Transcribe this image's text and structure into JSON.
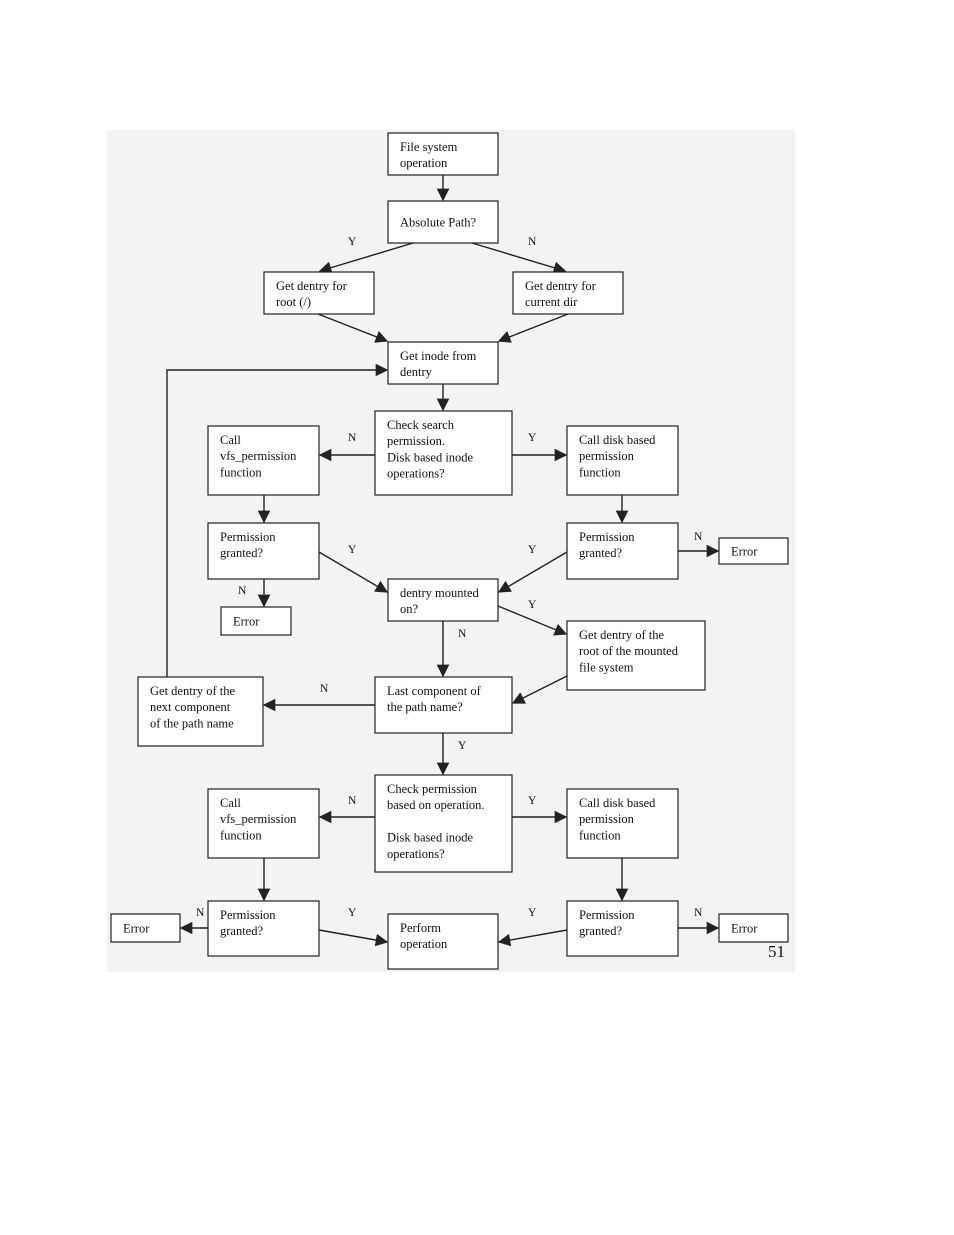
{
  "page_number": "51",
  "nodes": {
    "fs_op": [
      "File system",
      "operation"
    ],
    "abs_path": [
      "Absolute Path?"
    ],
    "dentry_root": [
      "Get dentry for",
      "root (/)"
    ],
    "dentry_cur": [
      "Get dentry for",
      "current dir"
    ],
    "get_inode": [
      "Get inode from",
      "dentry"
    ],
    "check_search": [
      "Check search",
      "permission.",
      "Disk based inode",
      "operations?"
    ],
    "call_vfs_1": [
      "Call",
      "vfs_permission",
      "function"
    ],
    "call_disk_1": [
      "Call disk based",
      "permission",
      "function"
    ],
    "perm_left_1": [
      "Permission",
      "granted?"
    ],
    "perm_right_1": [
      "Permission",
      "granted?"
    ],
    "error_right_1": [
      "Error"
    ],
    "error_left_1": [
      "Error"
    ],
    "dentry_mounted": [
      "dentry mounted",
      "on?"
    ],
    "get_root_mounted": [
      "Get dentry of the",
      "root of the mounted",
      "file system"
    ],
    "get_next_comp": [
      "Get dentry of the",
      "next component",
      "of the path name"
    ],
    "last_comp": [
      "Last component of",
      "the path name?"
    ],
    "check_perm_op": [
      "Check permission",
      "based on operation.",
      "",
      "Disk based inode",
      "operations?"
    ],
    "call_vfs_2": [
      "Call",
      "vfs_permission",
      "function"
    ],
    "call_disk_2": [
      "Call disk based",
      "permission",
      "function"
    ],
    "perm_left_2": [
      "Permission",
      "granted?"
    ],
    "perm_right_2": [
      "Permission",
      "granted?"
    ],
    "error_left_2": [
      "Error"
    ],
    "perform_op": [
      "Perform",
      "operation"
    ],
    "error_right_2": [
      "Error"
    ]
  },
  "edges": [
    {
      "from": "fs_op",
      "to": "abs_path",
      "label": ""
    },
    {
      "from": "abs_path",
      "to": "dentry_root",
      "label": "Y"
    },
    {
      "from": "abs_path",
      "to": "dentry_cur",
      "label": "N"
    },
    {
      "from": "dentry_root",
      "to": "get_inode",
      "label": ""
    },
    {
      "from": "dentry_cur",
      "to": "get_inode",
      "label": ""
    },
    {
      "from": "get_inode",
      "to": "check_search",
      "label": ""
    },
    {
      "from": "check_search",
      "to": "call_vfs_1",
      "label": "N"
    },
    {
      "from": "check_search",
      "to": "call_disk_1",
      "label": "Y"
    },
    {
      "from": "call_vfs_1",
      "to": "perm_left_1",
      "label": ""
    },
    {
      "from": "call_disk_1",
      "to": "perm_right_1",
      "label": ""
    },
    {
      "from": "perm_right_1",
      "to": "error_right_1",
      "label": "N"
    },
    {
      "from": "perm_left_1",
      "to": "error_left_1",
      "label": "N"
    },
    {
      "from": "perm_left_1",
      "to": "dentry_mounted",
      "label": "Y"
    },
    {
      "from": "perm_right_1",
      "to": "dentry_mounted",
      "label": "Y"
    },
    {
      "from": "dentry_mounted",
      "to": "get_root_mounted",
      "label": "Y"
    },
    {
      "from": "dentry_mounted",
      "to": "last_comp",
      "label": "N"
    },
    {
      "from": "get_root_mounted",
      "to": "last_comp",
      "label": ""
    },
    {
      "from": "last_comp",
      "to": "get_next_comp",
      "label": "N"
    },
    {
      "from": "get_next_comp",
      "to": "get_inode",
      "label": ""
    },
    {
      "from": "last_comp",
      "to": "check_perm_op",
      "label": "Y"
    },
    {
      "from": "check_perm_op",
      "to": "call_vfs_2",
      "label": "N"
    },
    {
      "from": "check_perm_op",
      "to": "call_disk_2",
      "label": "Y"
    },
    {
      "from": "call_vfs_2",
      "to": "perm_left_2",
      "label": ""
    },
    {
      "from": "call_disk_2",
      "to": "perm_right_2",
      "label": ""
    },
    {
      "from": "perm_left_2",
      "to": "error_left_2",
      "label": "N"
    },
    {
      "from": "perm_left_2",
      "to": "perform_op",
      "label": "Y"
    },
    {
      "from": "perm_right_2",
      "to": "perform_op",
      "label": "Y"
    },
    {
      "from": "perm_right_2",
      "to": "error_right_2",
      "label": "N"
    }
  ]
}
